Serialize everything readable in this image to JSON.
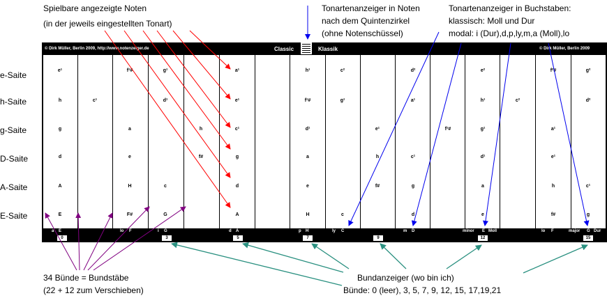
{
  "annotations": {
    "notes_line1": "Spielbare angezeigte Noten",
    "notes_line2": "(in der jeweils eingestellten Tonart)",
    "staff_line1": "Tonartenanzeiger in Noten",
    "staff_line2": "nach dem Quintenzirkel",
    "staff_line3": "(ohne Notenschüssel)",
    "letters_line1": "Tonartenanzeiger in Buchstaben:",
    "letters_line2": "klassisch:  Moll und Dur",
    "letters_line3": "modal: i (Dur),d,p,ly,m,a (Moll),lo",
    "frets_line1": "34 Bünde = Bundstäbe",
    "frets_line2": "(22 + 12 zum Verschieben)",
    "fretindicator_line1": "Bundanzeiger (wo bin ich)",
    "fretindicator_line2": "Bünde: 0 (leer), 3, 5, 7, 9, 12, 15, 17,19,21"
  },
  "header": {
    "copyright_left": "© Dirk Müller, Berlin 2009,  http://www.notenzeiger.de",
    "classic": "Classic",
    "klassik": "Klassik",
    "copyright_right": "© Dirk Müller, Berlin 2009"
  },
  "strings": [
    "e-Saite",
    "h-Saite",
    "g-Saite",
    "D-Saite",
    "A-Saite",
    "E-Saite"
  ],
  "note_rows": [
    [
      "e¹",
      "f¹#",
      "g¹",
      "a¹",
      "h¹",
      "c²",
      "d²",
      "e²",
      "f²#",
      "g²"
    ],
    [
      "h",
      "c¹",
      "d¹",
      "e¹",
      "f¹#",
      "g¹",
      "a¹",
      "h¹",
      "c²",
      "d²"
    ],
    [
      "g",
      "a",
      "h",
      "c¹",
      "d¹",
      "e¹",
      "f¹#",
      "g¹",
      "a¹"
    ],
    [
      "d",
      "e",
      "f#",
      "g",
      "a",
      "h",
      "c¹",
      "d¹",
      "e¹"
    ],
    [
      "A",
      "H",
      "c",
      "d",
      "e",
      "f#",
      "g",
      "a",
      "h",
      "c¹"
    ],
    [
      "E",
      "F#",
      "G",
      "A",
      "H",
      "c",
      "d",
      "e",
      "f#",
      "g"
    ]
  ],
  "bottom_labels": [
    "a",
    "E",
    "lo",
    "F",
    "i",
    "G",
    "d",
    "A",
    "p",
    "H",
    "ly",
    "C",
    "m",
    "D",
    "minor",
    "E",
    "Moll",
    "lo",
    "F",
    "major",
    "G",
    "Dur"
  ],
  "fret_numbers": [
    "0",
    "3",
    "5",
    "7",
    "9",
    "12",
    "15"
  ]
}
